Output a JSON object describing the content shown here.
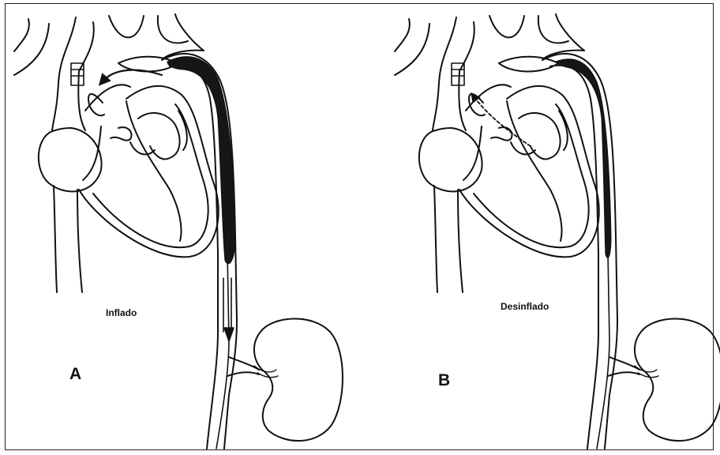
{
  "panels": [
    {
      "letter": "A",
      "state_label": "Inflado"
    },
    {
      "letter": "B",
      "state_label": "Desinflado"
    }
  ],
  "colors": {
    "line": "#111111",
    "balloon": "#161616",
    "background": "#ffffff",
    "border": "#222222"
  },
  "icons": {
    "flow_arrow": "arrow-head"
  }
}
